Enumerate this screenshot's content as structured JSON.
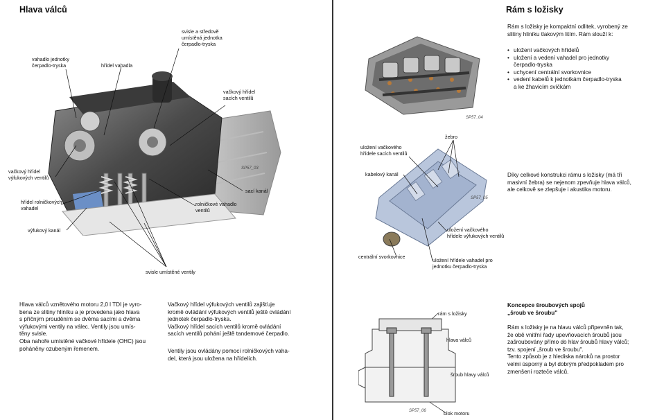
{
  "left": {
    "title": "Hlava válců",
    "figure_label": "SP57_03",
    "labels": {
      "center_valve": "svisle a středově\numístěná jednotka\nčerpadlo-tryska",
      "lever_pump": "vahadlo jednotky\nčerpadlo-tryska",
      "lever_shaft": "hřídel vahadla",
      "intake_cam": "vačkový hřídel\nsacích ventilů",
      "exhaust_cam": "vačkový hřídel\nvýfukových ventilů",
      "roller_shaft": "hřídel rolničkových\nvahadel",
      "exhaust_port": "výfukový kanál",
      "intake_port": "sací kanál",
      "roller_lever": "rolničkové vahadlo\nventilů",
      "vertical_valves": "svisle umístěné ventily"
    },
    "text_col1": "Hlava válců vznětového motoru 2,0 l TDI je vyro-\nbena ze slitiny hliníku a je provedena jako hlava\ns příčným prouděním se dvěma sacími a dvěma\nvýfukovými ventily na válec. Ventily jsou umís-\ntěny svisle.\nOba nahoře umístěné vačkové hřídele (OHC) jsou\npoháněny ozubeným řemenem.",
    "text_col2a": "Vačkový hřídel výfukových ventilů zajišťuje\nkromě ovládání výfukových ventilů ještě ovládání\njednotek čerpadlo-tryska.\nVačkový hřídel sacích ventilů kromě ovládání\nsacích ventilů pohání ještě tandemové čerpadlo.",
    "text_col2b": "Ventily jsou ovládány pomocí rolničkových vaha-\ndel, která jsou uložena na hřídelích."
  },
  "right": {
    "title": "Rám s ložisky",
    "intro": "Rám s ložisky je kompaktní odlitek, vyrobený ze\nslitiny hliníku tlakovým litím. Rám slouží k:",
    "bullets": [
      "uložení vačkových hřídelů",
      "uložení a vedení vahadel pro jednotky\nčerpadlo-tryska",
      "uchycení centrální svorkovnice",
      "vedení kabelů k jednotkám čerpadlo-tryska\na ke žhavicím svíčkám"
    ],
    "fig1_label": "SP57_04",
    "fig2_label": "SP57_05",
    "fig2_labels": {
      "rib": "žebro",
      "intake_cam_bearing": "uložení vačkového\nhřídele sacích ventilů",
      "cable_channel": "kabelový kanál",
      "exhaust_cam_bearing": "uložení vačkového\nhřídele výfukových ventilů",
      "terminal": "centrální svorkovnice",
      "lever_shaft_bearing": "uložení hřídele vahadel pro\njednotku čerpadlo-tryska"
    },
    "stiffness_text": "Díky celkové konstrukci rámu s ložisky (má tři\nmasivní žebra) se nejenom zpevňuje hlava válců,\nale celkově se zlepšuje i akustika motoru.",
    "bolt_heading": "Koncepce šroubových spojů\n„šroub ve šroubu\"",
    "bolt_text": "Rám s ložisky je na hlavu válců připevněn tak,\nže obě vnitřní řady upevňovacích šroubů jsou\nzašroubovány přímo do hlav šroubů hlavy válců;\ntzv. spojení „šroub ve šroubu\".\nTento způsob je z hlediska nároků na prostor\nvelmi úsporný a byl dobrým předpokladem pro\nzmenšení rozteče válců.",
    "fig3_label": "SP57_06",
    "fig3_labels": {
      "frame": "rám s ložisky",
      "head": "hlava válců",
      "bolt": "šroub hlavy válců",
      "block": "blok motoru"
    }
  }
}
